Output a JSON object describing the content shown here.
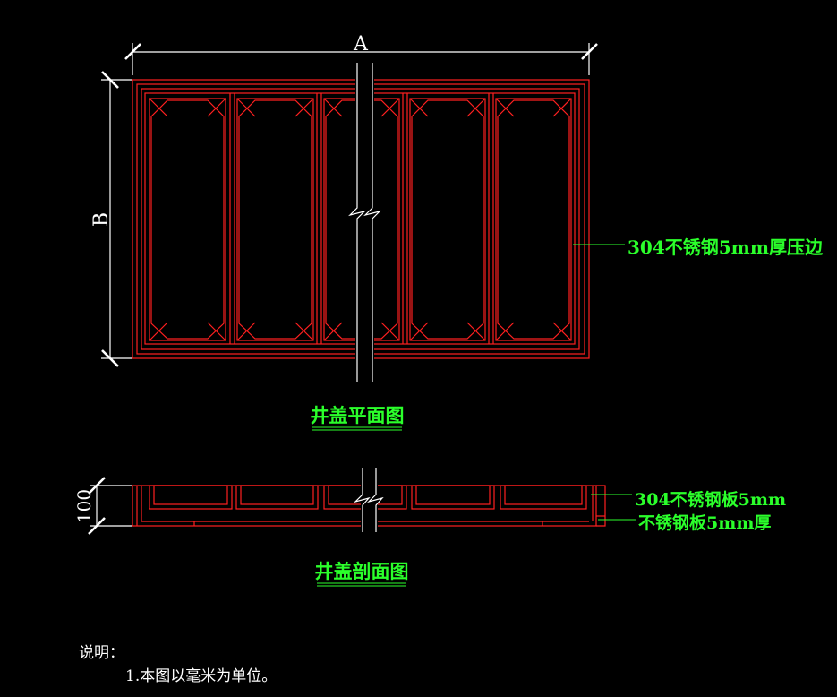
{
  "plan": {
    "dim_width_label": "A",
    "dim_height_label": "B",
    "callout": "304不锈钢5mm厚压边",
    "title": "井盖平面图"
  },
  "section": {
    "dim_height_label": "100",
    "callout_top": "304不锈钢板5mm",
    "callout_bottom": "不锈钢板5mm厚",
    "title": "井盖剖面图"
  },
  "notes": {
    "heading": "说明：",
    "items": [
      "1.本图以毫米为单位。"
    ]
  },
  "colors": {
    "outline": "#ff2020",
    "dimension": "#ffffff",
    "annotation": "#2bff2b",
    "background": "#000000"
  }
}
